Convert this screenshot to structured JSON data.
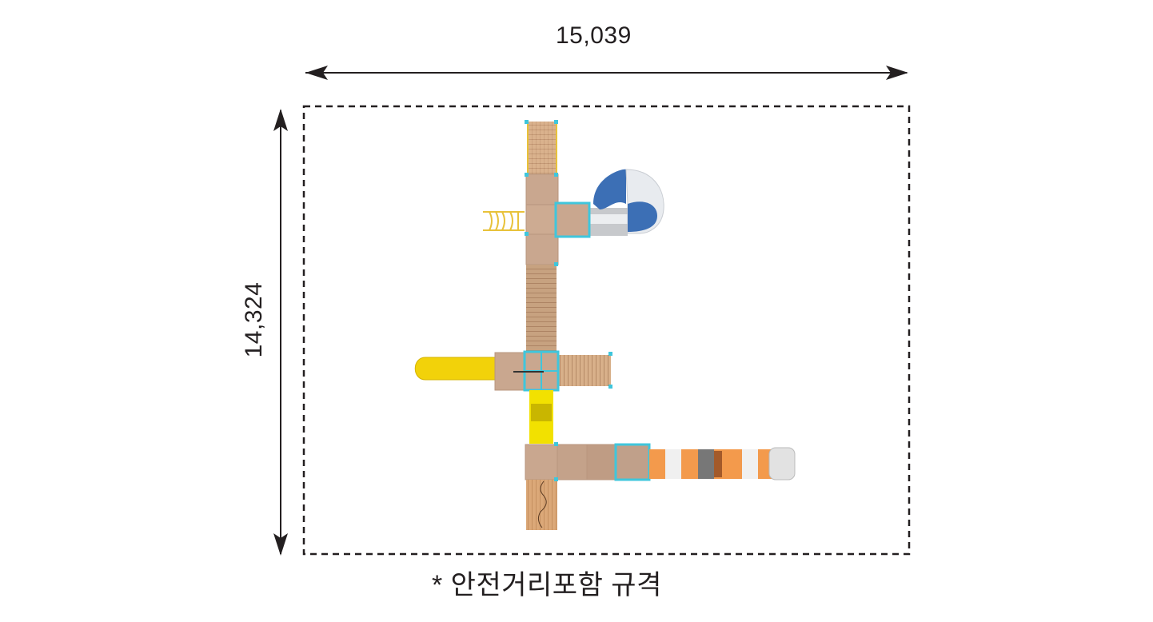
{
  "dimensions": {
    "width_label": "15,039",
    "height_label": "14,324"
  },
  "footnote": "* 안전거리포함 규격",
  "colors": {
    "line": "#231f20",
    "deck": "#c9a78f",
    "frame": "#3fc6dc",
    "slide_yellow": "#f2d20a",
    "spiral_blue": "#3c6fb5",
    "tube_orange": "#f39a4c",
    "wood": "#d9a878"
  }
}
